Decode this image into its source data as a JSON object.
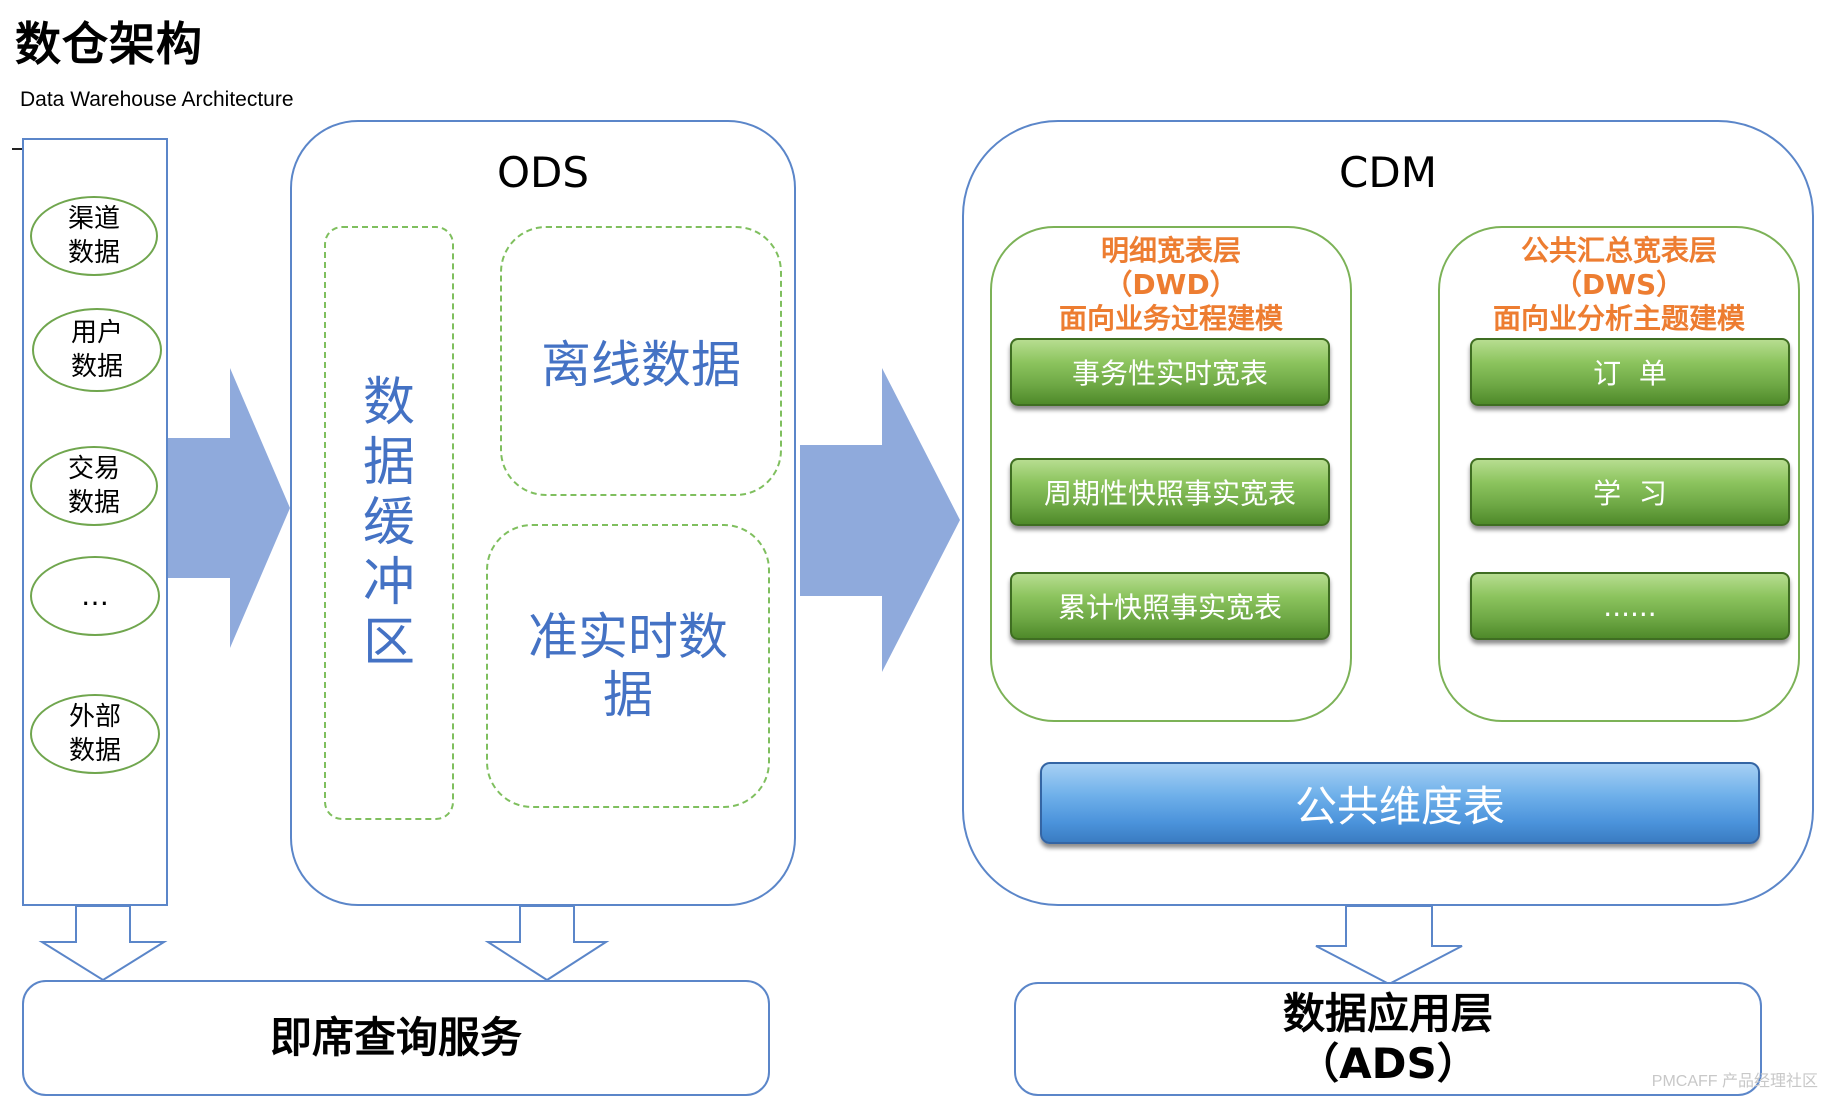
{
  "header": {
    "title": "数仓架构",
    "subtitle": "Data Warehouse Architecture"
  },
  "sources": [
    {
      "label": "渠道\n数据"
    },
    {
      "label": "用户\n数据"
    },
    {
      "label": "交易\n数据"
    },
    {
      "label": "…"
    },
    {
      "label": "外部\n数据"
    }
  ],
  "ods": {
    "title": "ODS",
    "buffer": "数\n据\n缓\n冲\n区",
    "offline": "离线数据",
    "realtime": "准实时数\n据"
  },
  "cdm": {
    "title": "CDM",
    "dwd": {
      "title": "明细宽表层\n（DWD）\n面向业务过程建模",
      "items": [
        "事务性实时宽表",
        "周期性快照事实宽表",
        "累计快照事实宽表"
      ]
    },
    "dws": {
      "title": "公共汇总宽表层\n（DWS）\n面向业分析主题建模",
      "items": [
        "订  单",
        "学  习",
        "......"
      ]
    },
    "dim": "公共维度表"
  },
  "bottom": {
    "adhoc": "即席查询服务",
    "ads": "数据应用层\n（ADS）"
  },
  "watermark": "PMCAFF 产品经理社区",
  "colors": {
    "frame_blue": "#5b86c9",
    "arrow_blue": "#8faadc",
    "green_border": "#7cb257",
    "orange_title": "#ed7d31",
    "green_button": "#6ea845",
    "blue_button": "#4b93db",
    "ods_text_blue": "#4472c4"
  }
}
